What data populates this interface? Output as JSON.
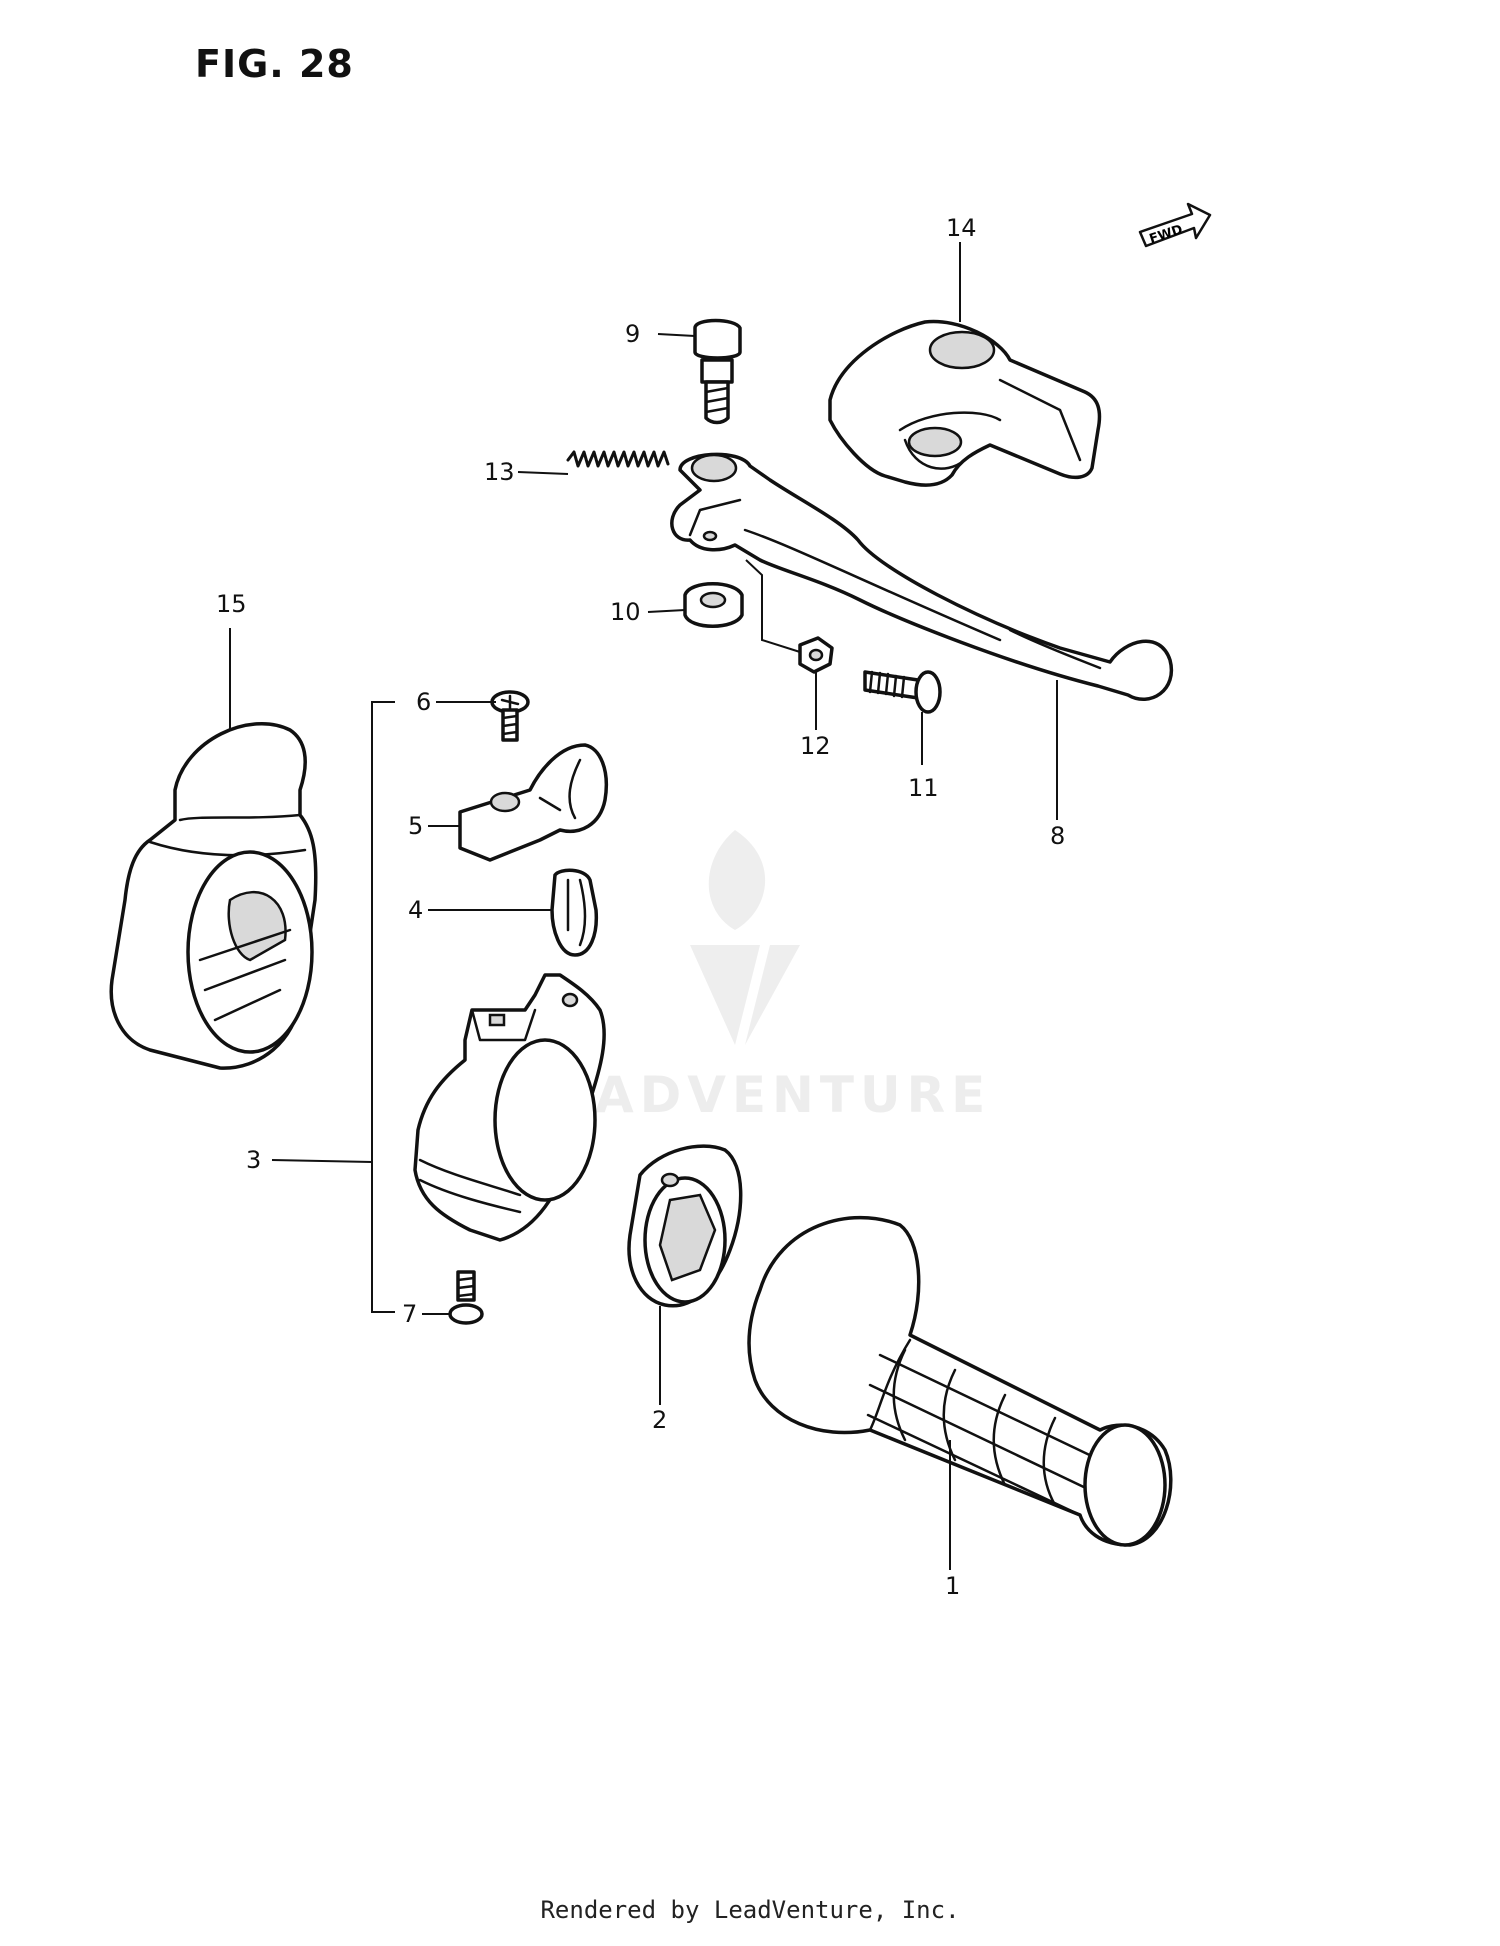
{
  "figure": {
    "title": "FIG. 28"
  },
  "fwd_badge": "FWD",
  "watermark": "ADVENTURE",
  "footer": "Rendered by LeadVenture, Inc.",
  "callouts": [
    {
      "id": "1",
      "label": "1"
    },
    {
      "id": "2",
      "label": "2"
    },
    {
      "id": "3",
      "label": "3"
    },
    {
      "id": "4",
      "label": "4"
    },
    {
      "id": "5",
      "label": "5"
    },
    {
      "id": "6",
      "label": "6"
    },
    {
      "id": "7",
      "label": "7"
    },
    {
      "id": "8",
      "label": "8"
    },
    {
      "id": "9",
      "label": "9"
    },
    {
      "id": "10",
      "label": "10"
    },
    {
      "id": "11",
      "label": "11"
    },
    {
      "id": "12",
      "label": "12"
    },
    {
      "id": "13",
      "label": "13"
    },
    {
      "id": "14",
      "label": "14"
    },
    {
      "id": "15",
      "label": "15"
    }
  ]
}
